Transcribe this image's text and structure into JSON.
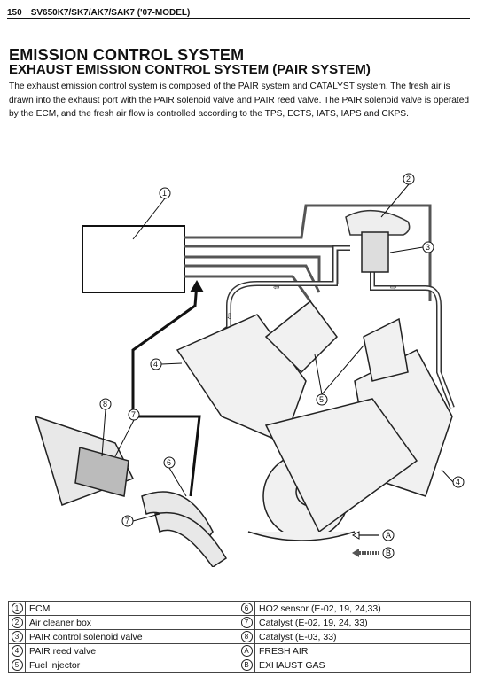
{
  "header": {
    "page": "150",
    "model": "SV650K7/SK7/AK7/SAK7 ('07-MODEL)"
  },
  "section_title": "EMISSION CONTROL SYSTEM",
  "subsection_title": "EXHAUST EMISSION CONTROL SYSTEM (PAIR SYSTEM)",
  "description": "The exhaust emission control system is composed of the PAIR system and CATALYST system. The fresh air is drawn into the exhaust port with the PAIR solenoid valve and PAIR reed valve. The PAIR solenoid valve is operated by the ECM, and the fresh air flow is controlled according to the TPS, ECTS, IATS, IAPS and CKPS.",
  "diagram": {
    "callouts": [
      "1",
      "2",
      "3",
      "4",
      "5",
      "6",
      "7",
      "8",
      "A",
      "B"
    ],
    "arrow_legend": [
      {
        "key": "A",
        "label": "A"
      },
      {
        "key": "B",
        "label": "B"
      }
    ]
  },
  "legend": [
    {
      "n1": "1",
      "l1": "ECM",
      "n2": "6",
      "l2": "HO2 sensor (E-02, 19, 24,33)"
    },
    {
      "n1": "2",
      "l1": "Air cleaner box",
      "n2": "7",
      "l2": "Catalyst (E-02, 19, 24, 33)"
    },
    {
      "n1": "3",
      "l1": "PAIR control solenoid valve",
      "n2": "8",
      "l2": "Catalyst (E-03, 33)"
    },
    {
      "n1": "4",
      "l1": "PAIR reed valve",
      "n2": "A",
      "l2": "FRESH AIR"
    },
    {
      "n1": "5",
      "l1": "Fuel injector",
      "n2": "B",
      "l2": "EXHAUST GAS"
    }
  ]
}
